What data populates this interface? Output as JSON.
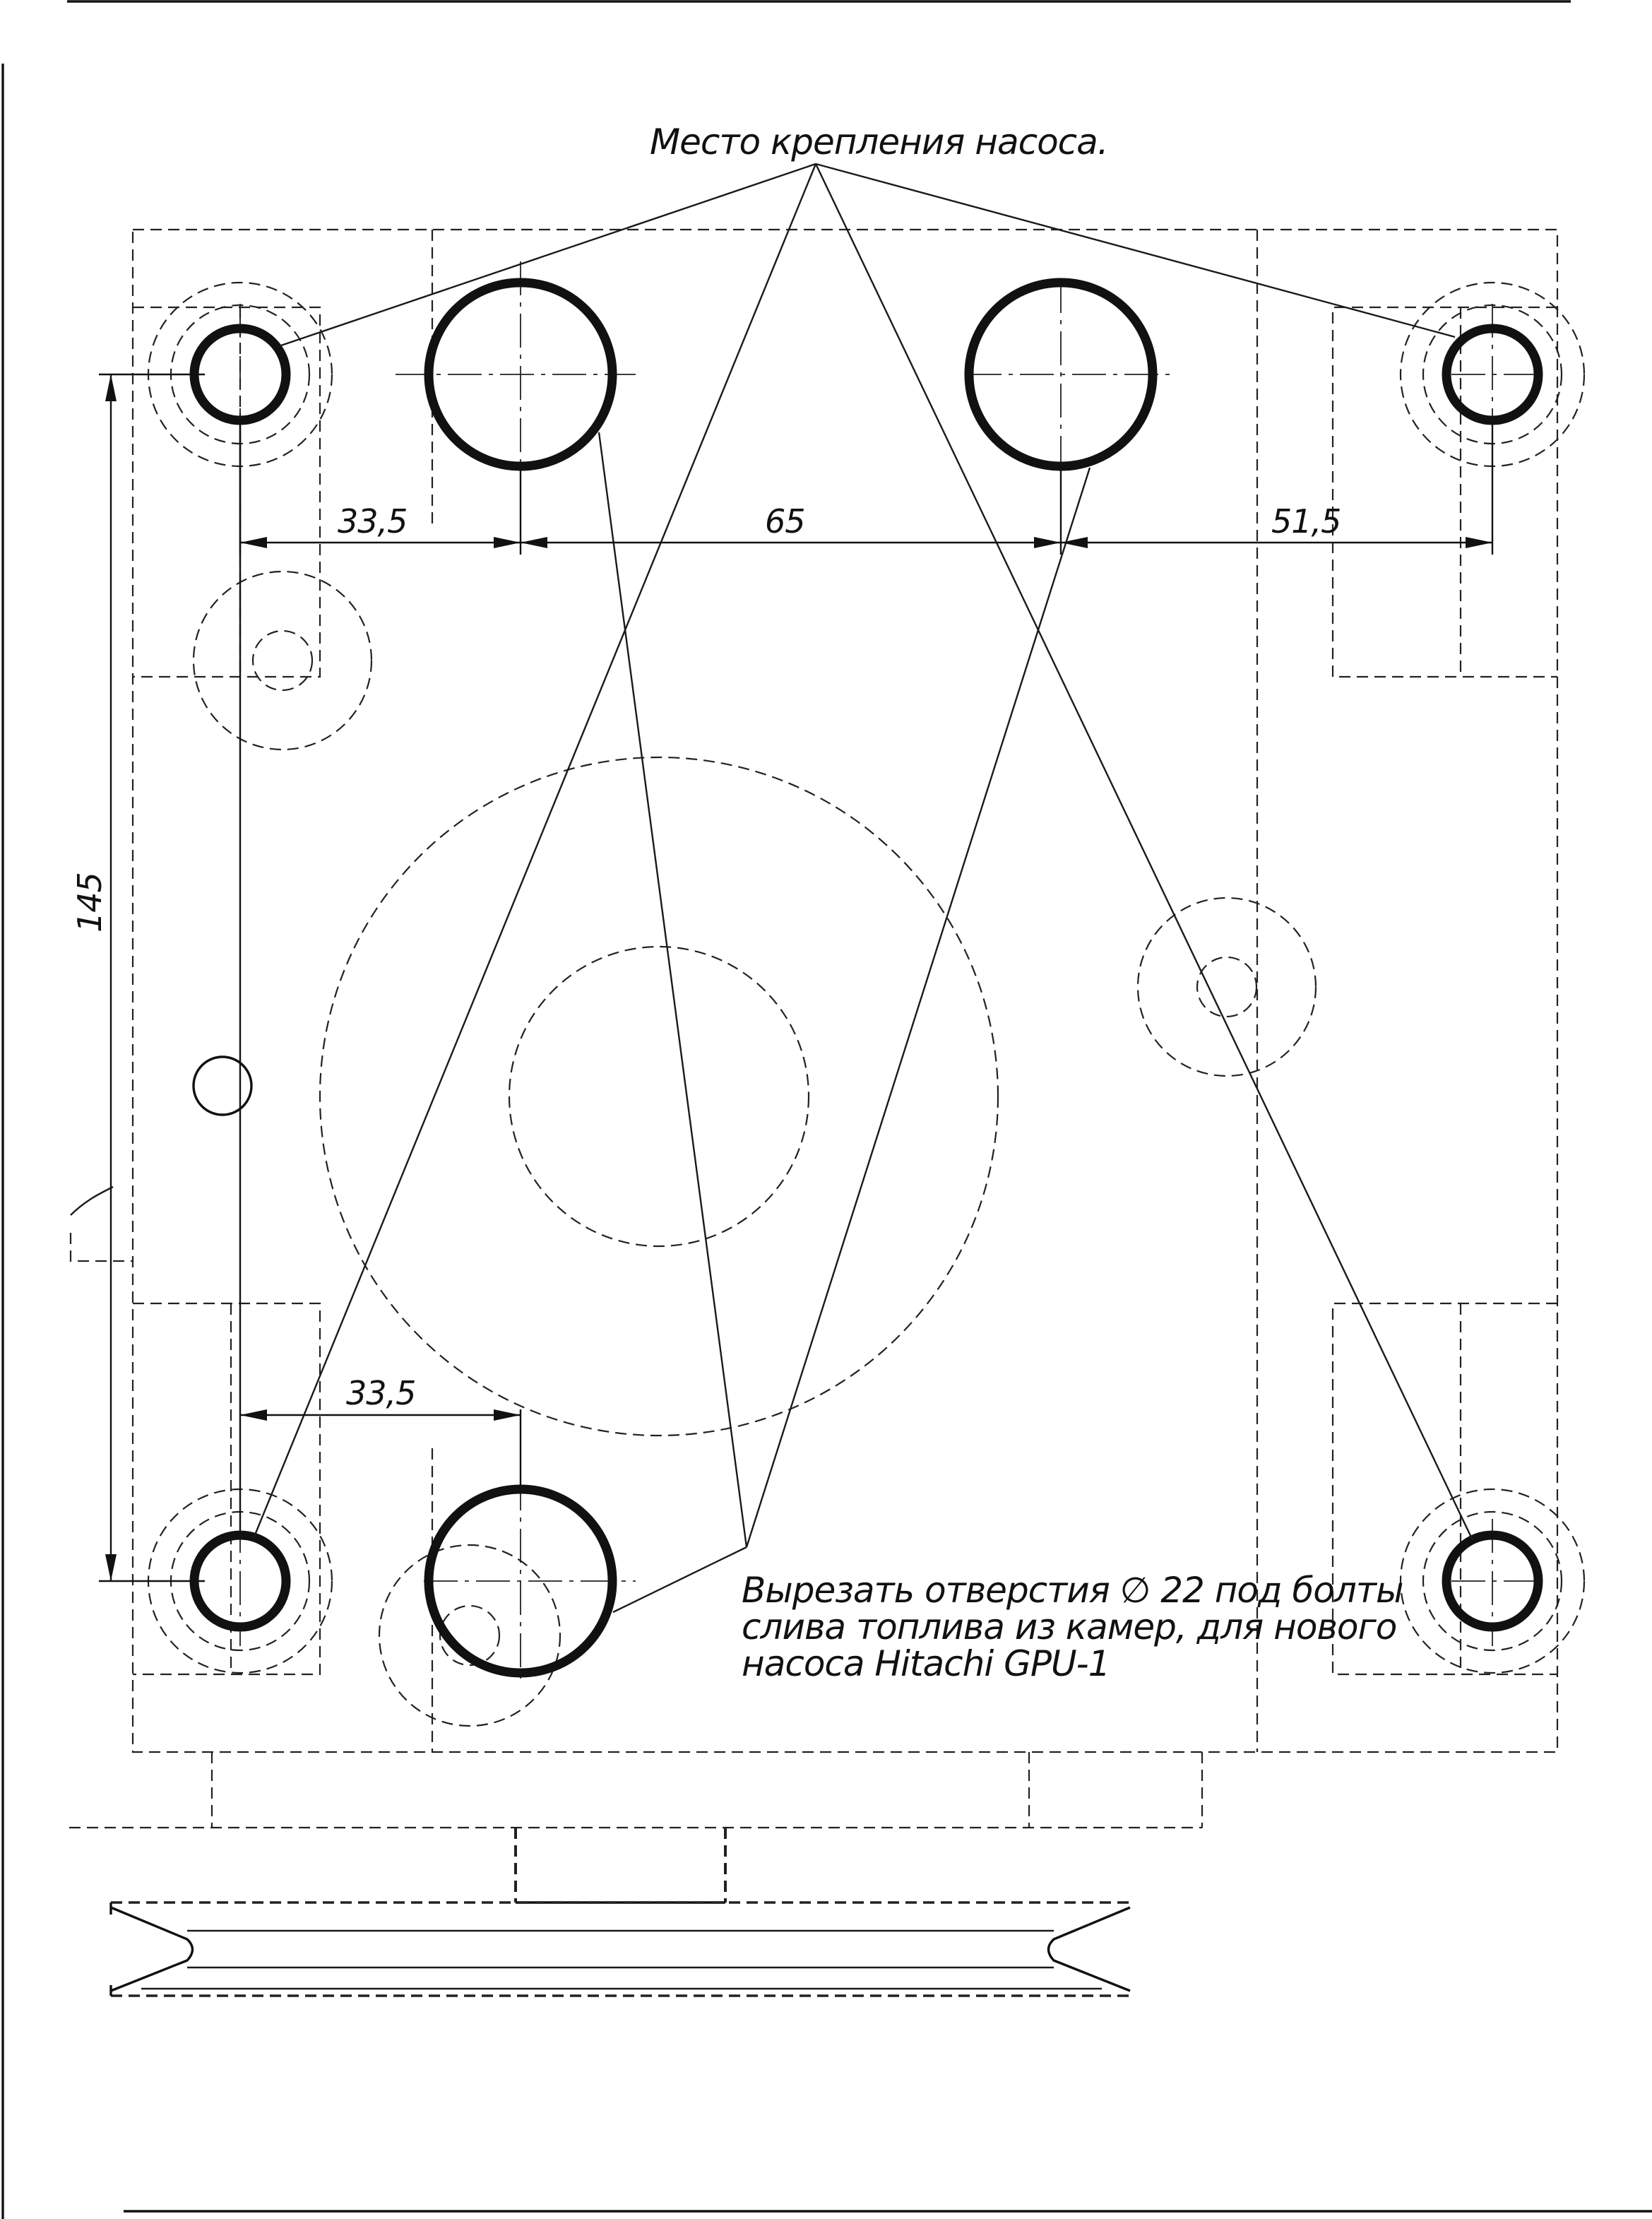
{
  "title": "Место крепления насоса.",
  "note": {
    "line1": "Вырезать отверстия ∅ 22 под болты",
    "line2": "слива топлива из камер, для нового",
    "line3": "насоса Hitachi GPU-1"
  },
  "dimensions": {
    "top_left": "33,5",
    "top_mid": "65",
    "top_right": "51,5",
    "bottom_left": "33,5",
    "vertical": "145"
  }
}
